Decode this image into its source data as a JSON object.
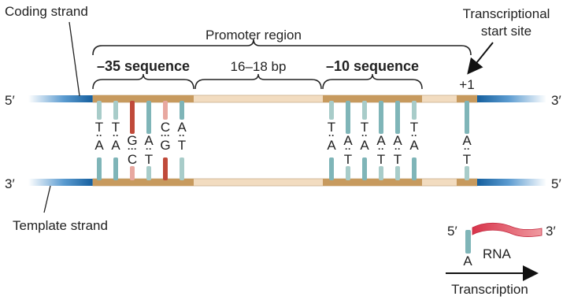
{
  "labels": {
    "coding_strand": "Coding strand",
    "template_strand": "Template strand",
    "promoter_region": "Promoter region",
    "tss_line1": "Transcriptional",
    "tss_line2": "start site",
    "minus35": "–35 sequence",
    "spacer": "16–18 bp",
    "minus10": "–10 sequence",
    "plus1": "+1",
    "five_prime": "5′",
    "three_prime": "3′",
    "rna": "RNA",
    "transcription": "Transcription"
  },
  "minus35_pairs": [
    {
      "top": "T",
      "bottom": "A"
    },
    {
      "top": "T",
      "bottom": "A"
    },
    {
      "top": "G",
      "bottom": "C"
    },
    {
      "top": "A",
      "bottom": "T"
    },
    {
      "top": "C",
      "bottom": "G"
    },
    {
      "top": "A",
      "bottom": "T"
    }
  ],
  "minus10_pairs": [
    {
      "top": "T",
      "bottom": "A"
    },
    {
      "top": "A",
      "bottom": "T"
    },
    {
      "top": "T",
      "bottom": "A"
    },
    {
      "top": "A",
      "bottom": "T"
    },
    {
      "top": "A",
      "bottom": "T"
    },
    {
      "top": "T",
      "bottom": "A"
    }
  ],
  "start_pair": {
    "top": "A",
    "bottom": "T"
  },
  "rna_base": "A",
  "colors": {
    "strand_blue": "#1f6fae",
    "beige": "#f2dcc0",
    "tan": "#c79a5e",
    "teal": "#7fb5b8",
    "red": "#c04a3a"
  }
}
